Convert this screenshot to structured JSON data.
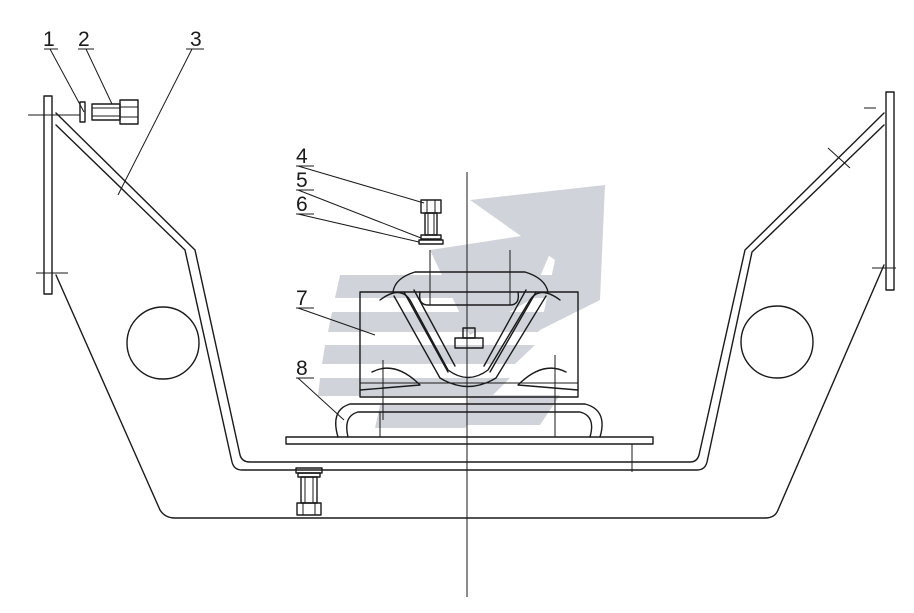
{
  "callouts": {
    "c1": "1",
    "c2": "2",
    "c3": "3",
    "c4": "4",
    "c5": "5",
    "c6": "6",
    "c7": "7",
    "c8": "8"
  },
  "colors": {
    "line": "#1a1a1a",
    "watermark": "#c8cdd4",
    "background": "#ffffff"
  }
}
